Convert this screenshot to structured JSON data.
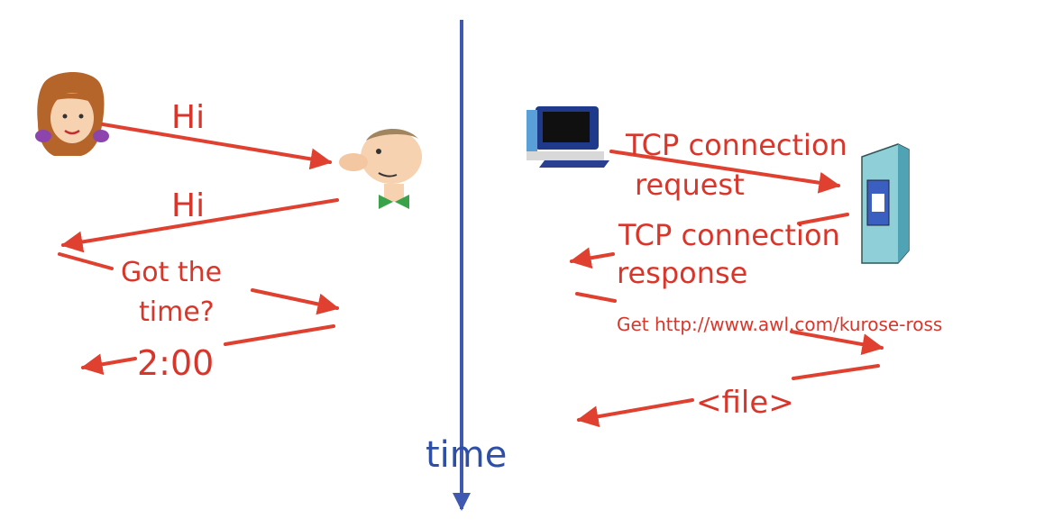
{
  "colors": {
    "arrow": "#e0402f",
    "label": "#d9362b",
    "timeline": "#3f58b0",
    "background": "#ffffff"
  },
  "icons": {
    "woman": "woman-icon",
    "man": "man-icon",
    "computer": "computer-icon",
    "server": "server-icon"
  },
  "human_protocol": {
    "msg1": "Hi",
    "msg2": "Hi",
    "msg3_line1": "Got the",
    "msg3_line2": "time?",
    "msg4": "2:00"
  },
  "network_protocol": {
    "msg1_line1": "TCP connection",
    "msg1_line2": "request",
    "msg2_line1": "TCP connection",
    "msg2_line2": "response",
    "msg3": "Get http://www.awl.com/kurose-ross",
    "msg4": "<file>"
  },
  "timeline": {
    "label": "time"
  }
}
